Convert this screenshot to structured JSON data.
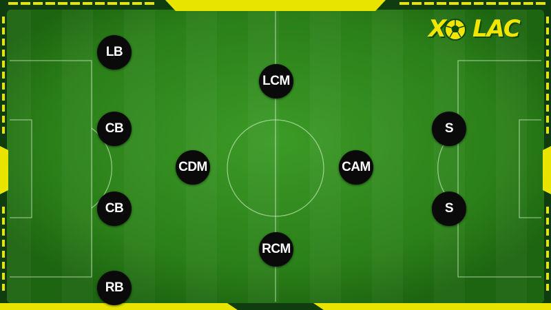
{
  "logo": {
    "text": "XOILAC",
    "left_text": "X",
    "right_text": "LAC",
    "ball_icon": "soccer-ball-icon"
  },
  "colors": {
    "pitch": "#2e8a1c",
    "pitch_dark": "#1c6b10",
    "frame": "#e8e400",
    "frame_dark": "#0f3d10",
    "token": "#0a0a0a",
    "token_text": "#ffffff"
  },
  "formation": {
    "players": [
      {
        "id": "lb",
        "role": "LB"
      },
      {
        "id": "cb-top",
        "role": "CB"
      },
      {
        "id": "cb-bottom",
        "role": "CB"
      },
      {
        "id": "rb",
        "role": "RB"
      },
      {
        "id": "lcm",
        "role": "LCM"
      },
      {
        "id": "cdm",
        "role": "CDM"
      },
      {
        "id": "rcm",
        "role": "RCM"
      },
      {
        "id": "cam",
        "role": "CAM"
      },
      {
        "id": "s-top",
        "role": "S"
      },
      {
        "id": "s-bottom",
        "role": "S"
      }
    ]
  }
}
